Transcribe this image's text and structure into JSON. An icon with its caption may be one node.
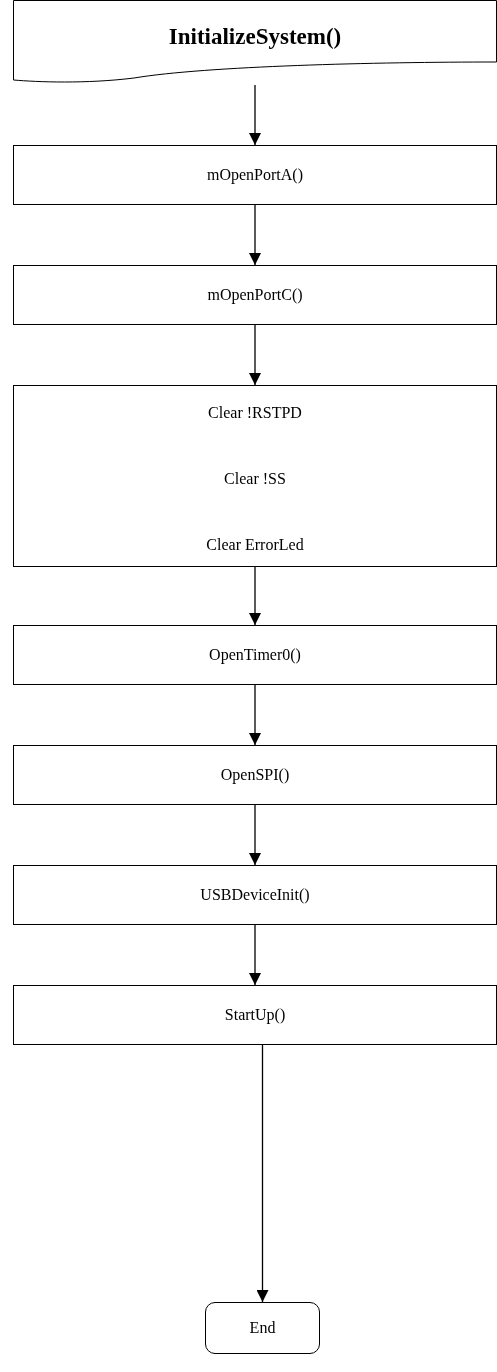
{
  "diagram": {
    "nodes": [
      {
        "text": [
          "InitializeSystem()"
        ]
      },
      {
        "text": [
          "mOpenPortA()"
        ]
      },
      {
        "text": [
          "mOpenPortC()"
        ]
      },
      {
        "text": [
          "Clear !RSTPD",
          "Clear !SS",
          "Clear ErrorLed"
        ]
      },
      {
        "text": [
          "OpenTimer0()"
        ]
      },
      {
        "text": [
          "OpenSPI()"
        ]
      },
      {
        "text": [
          "USBDeviceInit()"
        ]
      },
      {
        "text": [
          "StartUp()"
        ]
      },
      {
        "text": [
          "End"
        ]
      }
    ],
    "edges": [
      {
        "from": 0,
        "to": 1,
        "arrow": "to"
      },
      {
        "from": 1,
        "to": 2,
        "arrow": "to"
      },
      {
        "from": 2,
        "to": 3,
        "arrow": "to"
      },
      {
        "from": 3,
        "to": 4,
        "arrow": "to"
      },
      {
        "from": 4,
        "to": 5,
        "arrow": "to"
      },
      {
        "from": 5,
        "to": 6,
        "arrow": "to"
      },
      {
        "from": 6,
        "to": 7,
        "arrow": "to"
      },
      {
        "from": 7,
        "to": 8,
        "arrow": "to"
      }
    ]
  }
}
